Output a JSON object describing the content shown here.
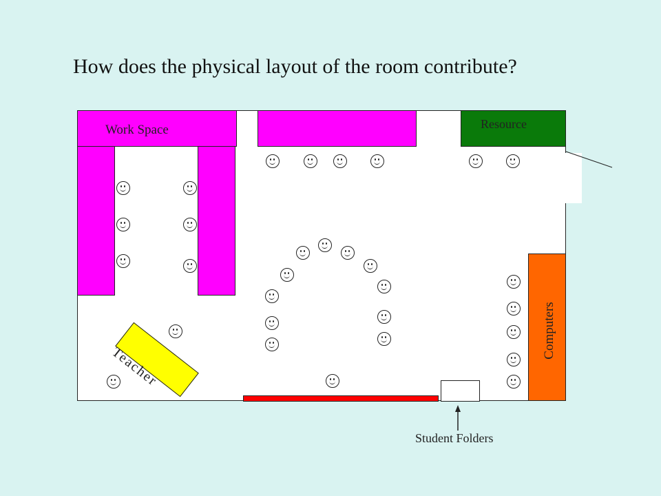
{
  "title": "How does the physical layout of the room contribute?",
  "labels": {
    "work_space": "Work Space",
    "resource": "Resource",
    "computers": "Computers",
    "teacher": "Teacher",
    "student_folders": "Student Folders"
  },
  "colors": {
    "background": "#d9f3f1",
    "work_space": "#ff00ff",
    "resource": "#0a7a0a",
    "computers": "#ff6600",
    "teacher": "#ffff00",
    "red_table": "#ff0000"
  },
  "icons": {
    "student": "smiley-face-icon",
    "arrow": "arrow-up-icon"
  }
}
